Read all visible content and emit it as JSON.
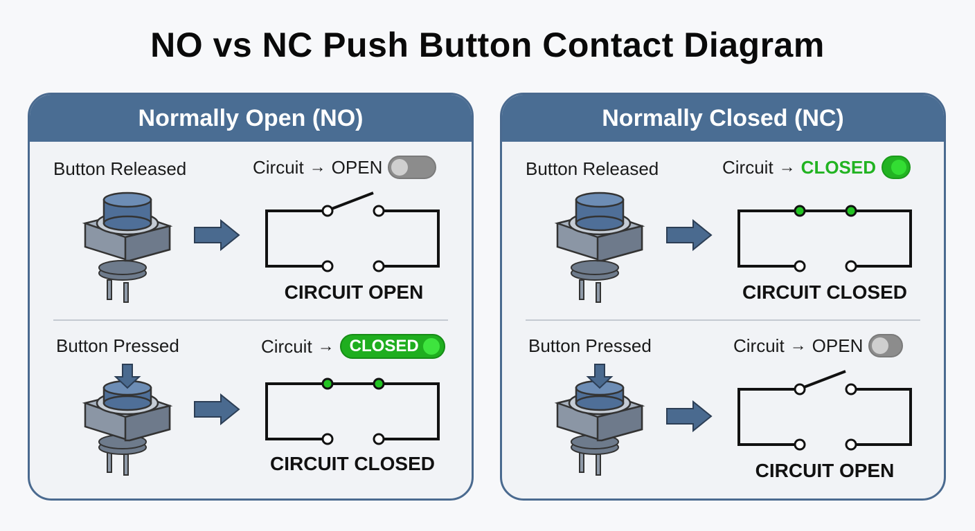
{
  "title": "NO vs NC Push Button Contact Diagram",
  "colors": {
    "header": "#4a6d93",
    "border": "#4a6a8f",
    "green": "#22b322",
    "toggle_off": "#8c8c8c",
    "button_cap": "#5a7ba6"
  },
  "panels": [
    {
      "header": "Normally Open (NO)",
      "released": {
        "label": "Button Released",
        "status_prefix": "Circuit",
        "status_word": "OPEN",
        "indicator": "toggle-off",
        "caption": "CIRCUIT OPEN"
      },
      "pressed": {
        "label": "Button Pressed",
        "status_prefix": "Circuit",
        "status_word": "CLOSED",
        "indicator": "toggle-on-pill",
        "caption": "CIRCUIT CLOSED"
      }
    },
    {
      "header": "Normally Closed (NC)",
      "released": {
        "label": "Button Released",
        "status_prefix": "Circuit",
        "status_word": "CLOSED",
        "indicator": "toggle-on",
        "caption": "CIRCUIT CLOSED"
      },
      "pressed": {
        "label": "Button Pressed",
        "status_prefix": "Circuit",
        "status_word": "OPEN",
        "indicator": "toggle-off",
        "caption": "CIRCUIT OPEN"
      }
    }
  ],
  "icons": {
    "arrow": "→",
    "right_arrow_shape": "right-arrow-icon",
    "push_button": "push-button-icon",
    "press_arrow": "down-arrow-icon"
  }
}
